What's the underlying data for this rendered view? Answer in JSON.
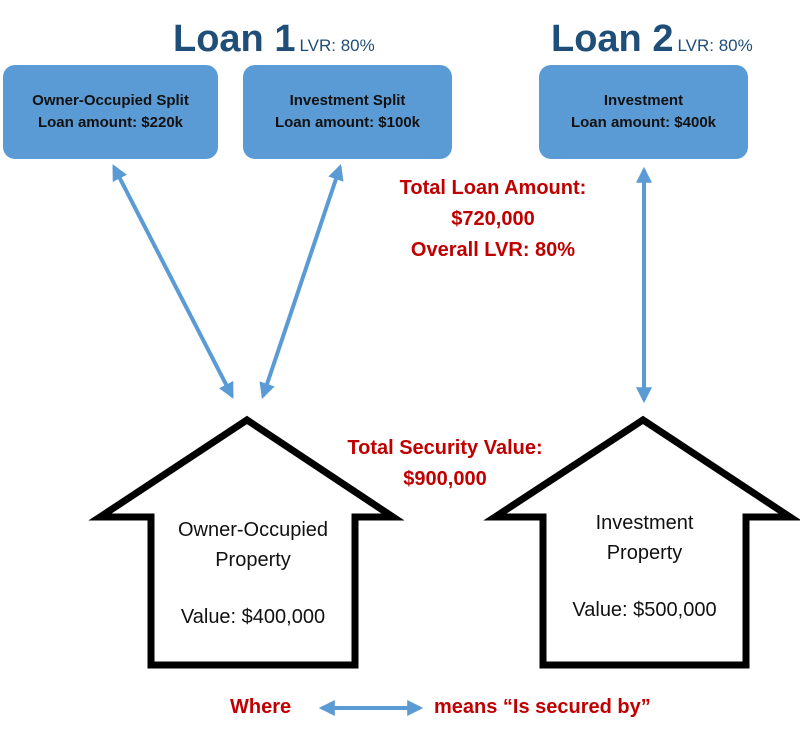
{
  "loans": [
    {
      "title": "Loan 1",
      "lvr": "LVR: 80%"
    },
    {
      "title": "Loan 2",
      "lvr": "LVR: 80%"
    }
  ],
  "boxes": [
    {
      "name": "Owner-Occupied Split",
      "amount": "Loan amount: $220k"
    },
    {
      "name": "Investment Split",
      "amount": "Loan amount: $100k"
    },
    {
      "name": "Investment",
      "amount": "Loan amount: $400k"
    }
  ],
  "totals": {
    "loan_line1": "Total Loan Amount:",
    "loan_line2": "$720,000",
    "loan_line3": "Overall LVR: 80%",
    "security_line1": "Total Security Value:",
    "security_line2": "$900,000"
  },
  "properties": [
    {
      "line1": "Owner-Occupied",
      "line2": "Property",
      "value": "Value: $400,000"
    },
    {
      "line1": "Investment",
      "line2": "Property",
      "value": "Value: $500,000"
    }
  ],
  "legend": {
    "where": "Where",
    "means": "means “Is secured by”"
  },
  "colors": {
    "box": "#5b9bd5",
    "arrow": "#5b9bd5",
    "heading": "#1f4e79",
    "accent_red": "#c00000"
  }
}
